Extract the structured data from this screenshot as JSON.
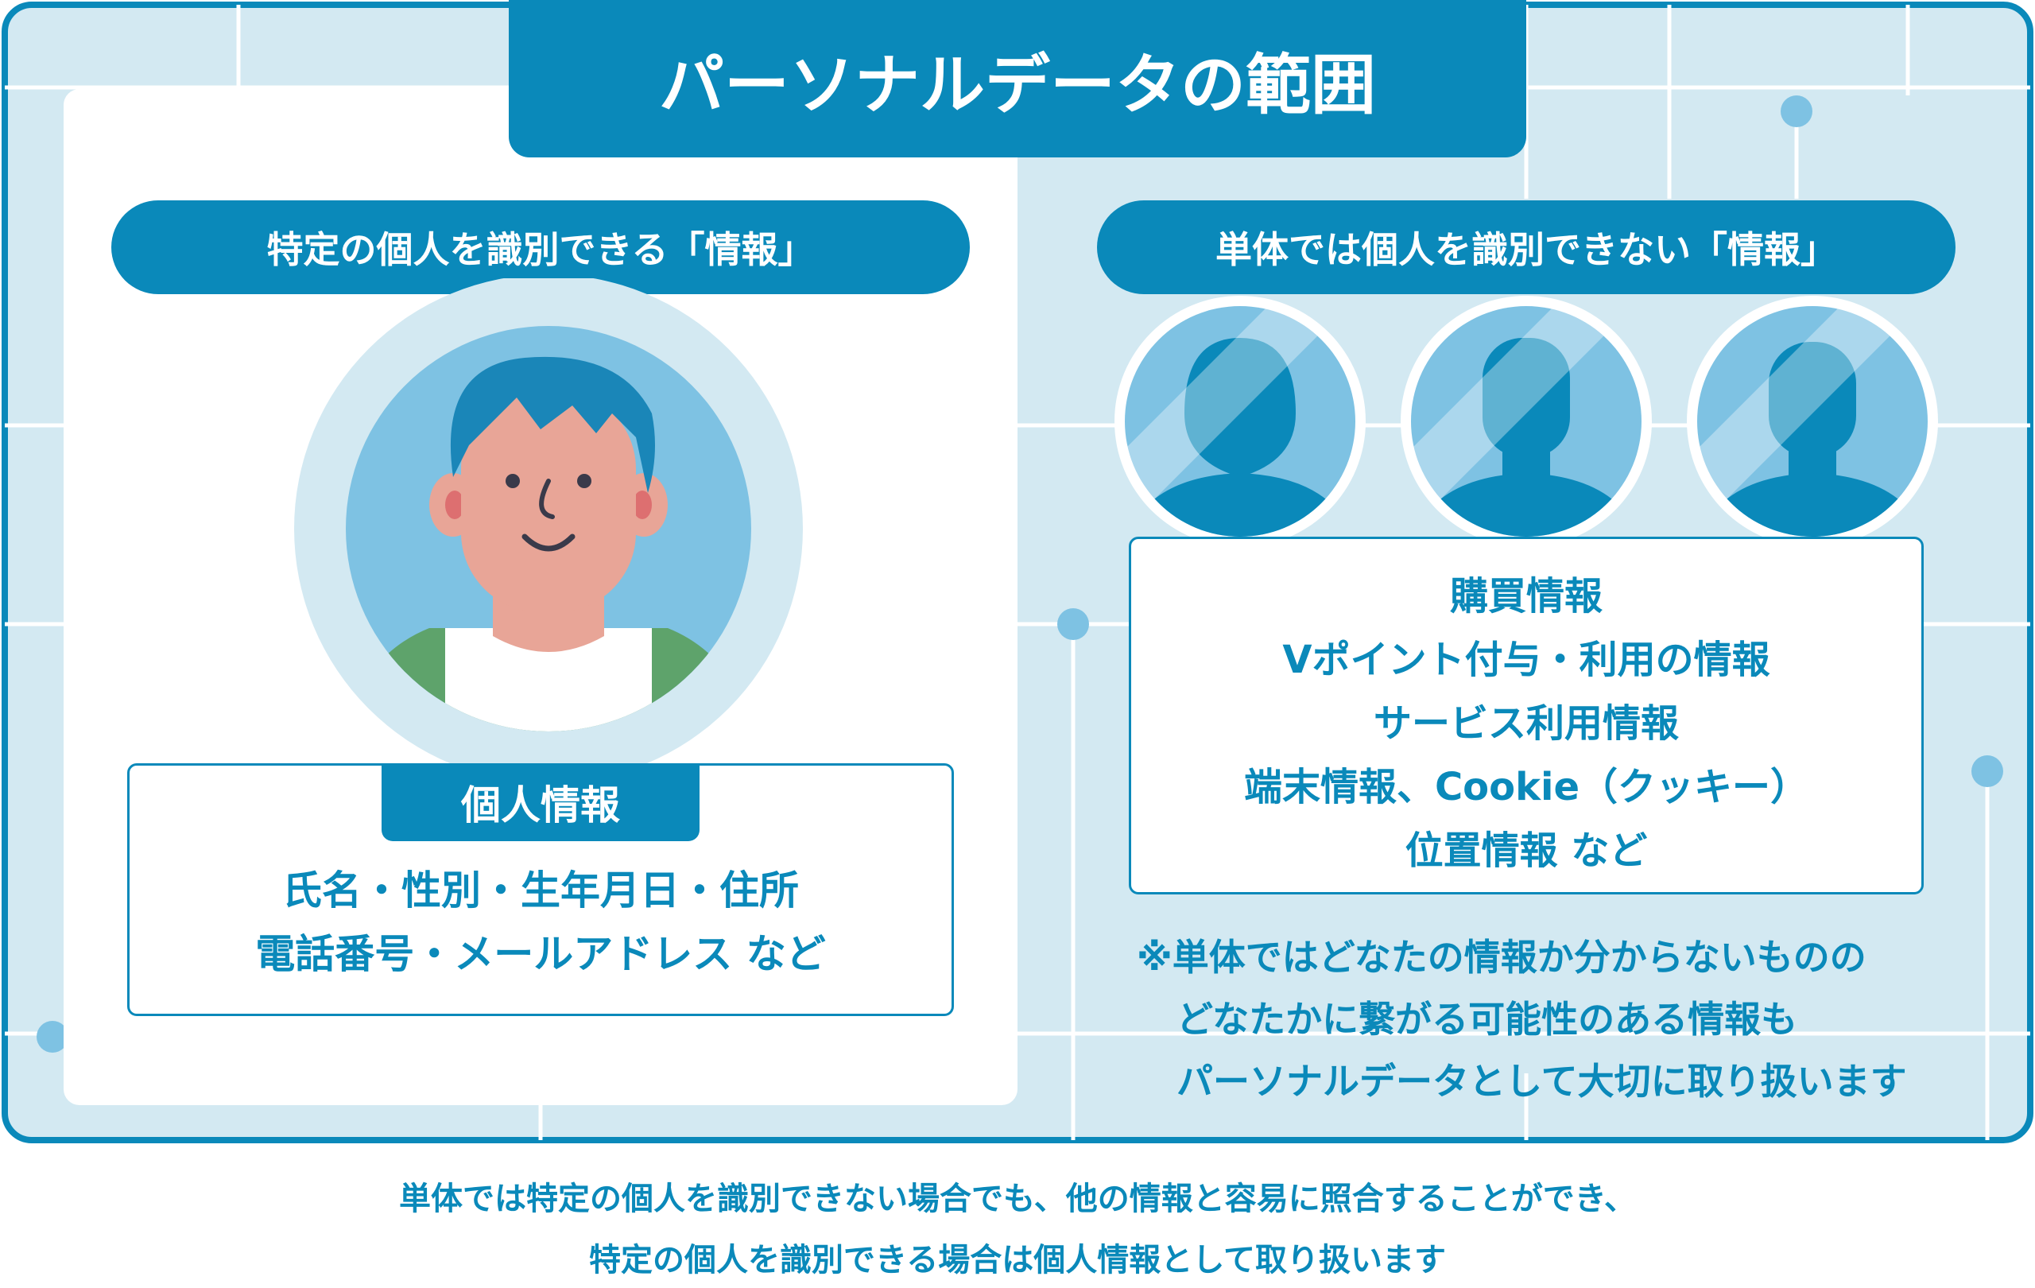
{
  "title": "パーソナルデータの範囲",
  "left": {
    "header": "特定の個人を識別できる「情報」",
    "box_label": "個人情報",
    "lines": [
      "氏名・性別・生年月日・住所",
      "電話番号・メールアドレス など"
    ]
  },
  "right": {
    "header": "単体では個人を識別できない「情報」",
    "lines": [
      "購買情報",
      "Vポイント付与・利用の情報",
      "サービス利用情報",
      "端末情報、Cookie（クッキー）",
      "位置情報 など"
    ],
    "note_lines": [
      "※単体ではどなたの情報か分からないものの",
      "どなたかに繋がる可能性のある情報も",
      "パーソナルデータとして大切に取り扱います"
    ]
  },
  "footer": [
    "単体では特定の個人を識別できない場合でも、他の情報と容易に照合することができ、",
    "特定の個人を識別できる場合は個人情報として取り扱います"
  ],
  "colors": {
    "primary": "#0a89ba",
    "panel_bg": "#d3e9f2",
    "circle_light": "#7ec2e3",
    "skin": "#e8a597",
    "hair": "#1a86b8",
    "shirt_green": "#5ea36b",
    "dot": "#7ec2e3"
  },
  "icons": [
    "person-avatar-icon",
    "anonymous-person-icon"
  ]
}
